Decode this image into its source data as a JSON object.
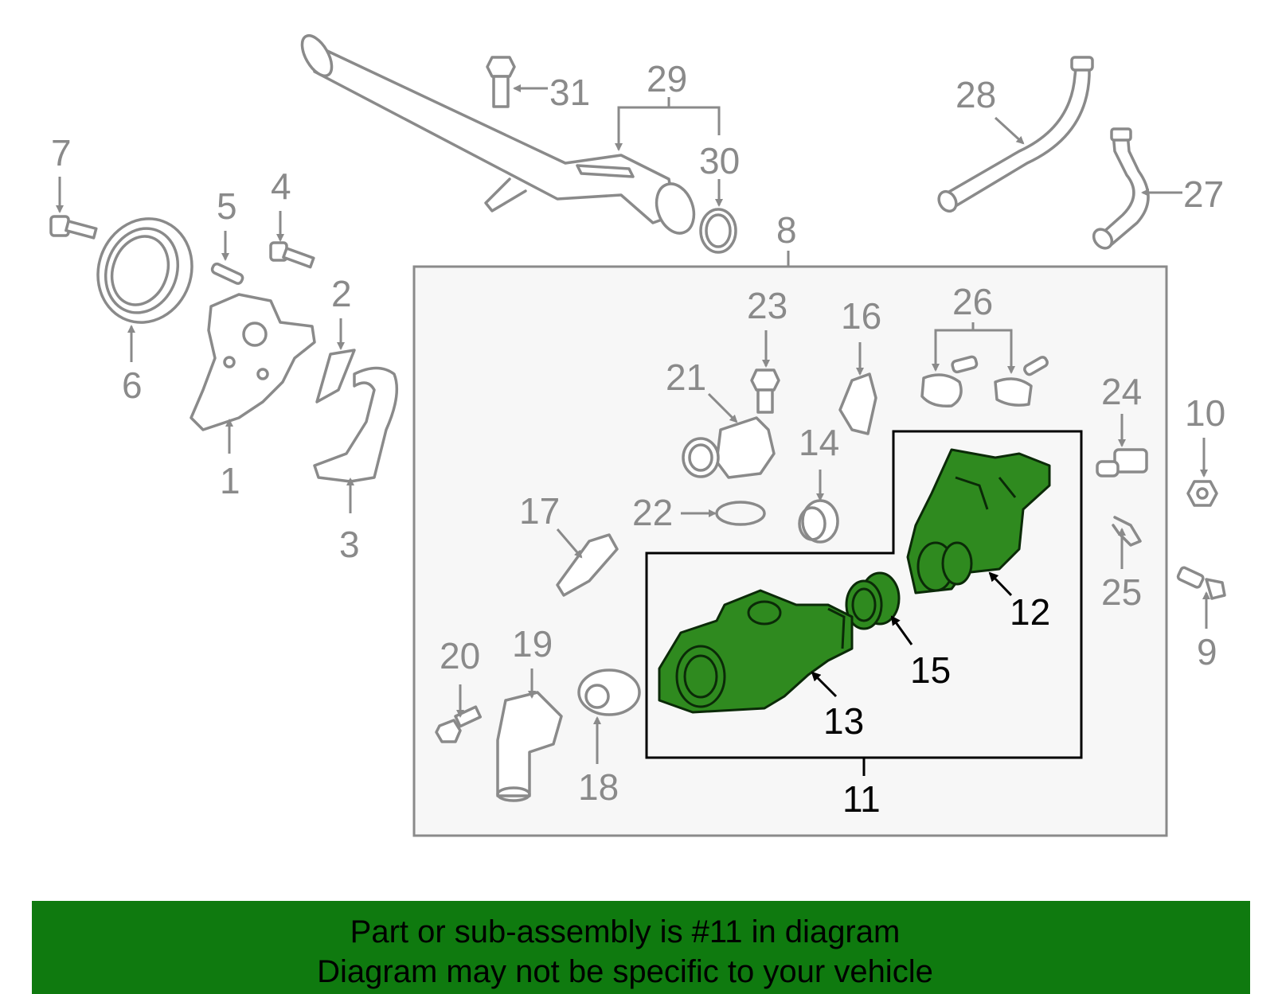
{
  "callouts": [
    "1",
    "2",
    "3",
    "4",
    "5",
    "6",
    "7",
    "8",
    "9",
    "10",
    "11",
    "12",
    "13",
    "14",
    "15",
    "16",
    "17",
    "18",
    "19",
    "20",
    "21",
    "22",
    "23",
    "24",
    "25",
    "26",
    "27",
    "28",
    "29",
    "30",
    "31"
  ],
  "banner": {
    "line1": "Part or sub-assembly is #11 in diagram",
    "line2": "Diagram may not be specific to your vehicle"
  },
  "colors": {
    "highlight_part": "#2f8a1f",
    "banner": "#0f7a0f",
    "line_art": "#8a8a8a"
  }
}
